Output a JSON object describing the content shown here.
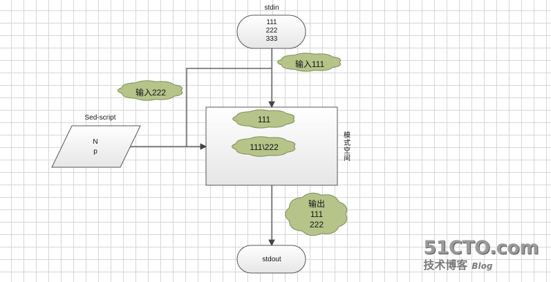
{
  "colors": {
    "cloud_fill": "#b6c48a",
    "cloud_stroke": "#7d8a55",
    "shape_fill": "#f2f2f2",
    "line": "#444444"
  },
  "stdin": {
    "label": "stdin",
    "values": [
      "111",
      "222",
      "333"
    ]
  },
  "input_clouds": {
    "first": "输入111",
    "second": "输入222"
  },
  "sed_script": {
    "label": "Sed-script",
    "commands": [
      "N",
      "p"
    ]
  },
  "pattern_space": {
    "label_chars": [
      "模",
      "式",
      "空",
      "间"
    ],
    "cloud_top": "111",
    "cloud_bottom": "111\\222"
  },
  "output_cloud": {
    "lines": [
      "输出",
      "111",
      "222"
    ]
  },
  "stdout": {
    "label": "stdout"
  },
  "watermark": {
    "logo": "51CTO.com",
    "sub": "技术博客",
    "blog": "Blog"
  }
}
